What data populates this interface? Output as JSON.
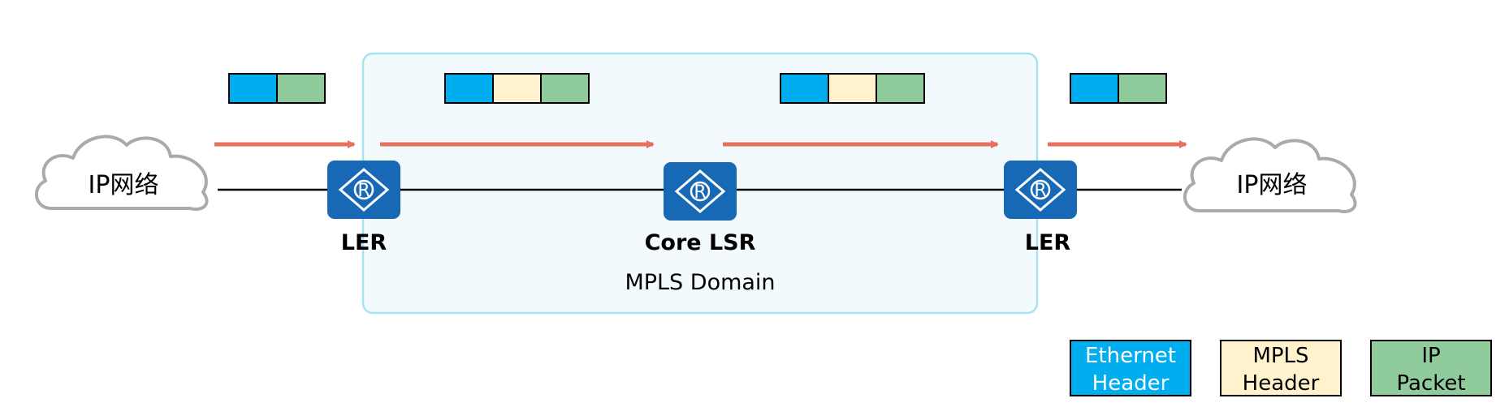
{
  "colors": {
    "ethernet": "#00AEEF",
    "mpls": "#FFF2CC",
    "ip": "#8FCB9B",
    "arrow": "#E8705F",
    "router": "#1769B5",
    "domain_fill": "#F3FAFD",
    "domain_border": "#A8E2F2",
    "cloud_stroke": "#AAAAAA"
  },
  "clouds": [
    {
      "label": "IP网络",
      "icon": "cloud-icon"
    },
    {
      "label": "IP网络",
      "icon": "cloud-icon"
    }
  ],
  "routers": [
    {
      "label": "LER",
      "icon": "router-icon"
    },
    {
      "label": "Core LSR",
      "icon": "router-icon"
    },
    {
      "label": "LER",
      "icon": "router-icon"
    }
  ],
  "domain": {
    "label": "MPLS Domain"
  },
  "packets": [
    [
      "ethernet",
      "ip"
    ],
    [
      "ethernet",
      "mpls",
      "ip"
    ],
    [
      "ethernet",
      "mpls",
      "ip"
    ],
    [
      "ethernet",
      "ip"
    ]
  ],
  "legend": [
    {
      "key": "ethernet",
      "line1": "Ethernet",
      "line2": "Header",
      "text_color": "#ffffff"
    },
    {
      "key": "mpls",
      "line1": "MPLS",
      "line2": "Header",
      "text_color": "#000000"
    },
    {
      "key": "ip",
      "line1": "IP",
      "line2": "Packet",
      "text_color": "#000000"
    }
  ]
}
